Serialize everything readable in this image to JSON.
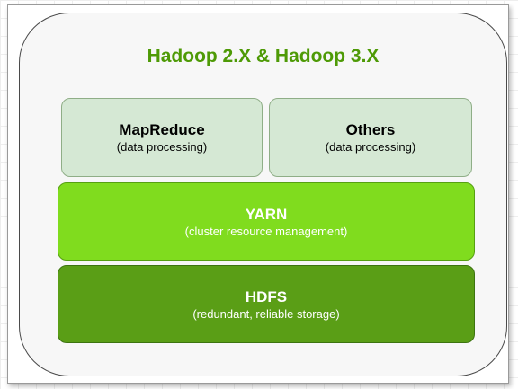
{
  "diagram": {
    "title": "Hadoop 2.X & Hadoop 3.X",
    "layers": {
      "mapreduce": {
        "name": "MapReduce",
        "description": "(data processing)"
      },
      "others": {
        "name": "Others",
        "description": "(data processing)"
      },
      "yarn": {
        "name": "YARN",
        "description": "(cluster resource management)"
      },
      "hdfs": {
        "name": "HDFS",
        "description": "(redundant, reliable storage)"
      }
    },
    "colors": {
      "title": "#4e9a06",
      "processing_fill": "#d5e8d4",
      "yarn_fill": "#80dc1e",
      "hdfs_fill": "#5a9e16",
      "container_fill": "#f7f7f7"
    }
  }
}
